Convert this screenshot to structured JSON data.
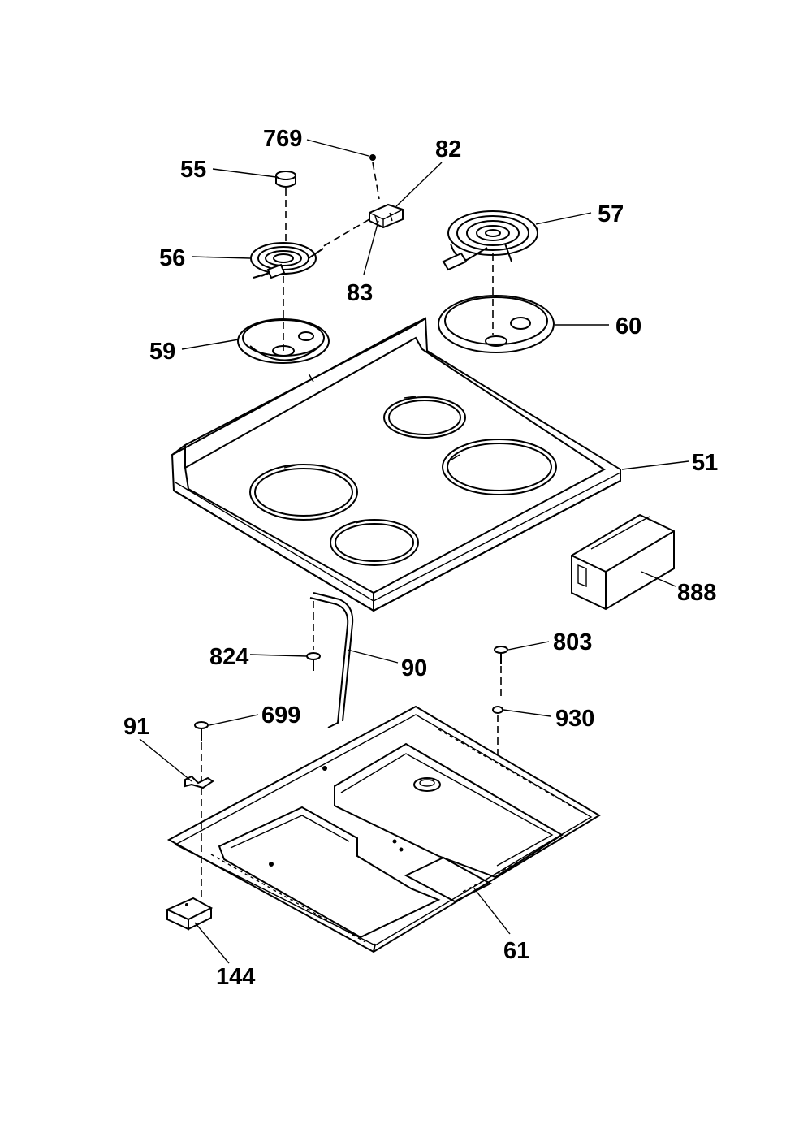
{
  "labels": {
    "p769": "769",
    "p82": "82",
    "p55": "55",
    "p57": "57",
    "p56": "56",
    "p83": "83",
    "p59": "59",
    "p60": "60",
    "p51": "51",
    "p888": "888",
    "p824": "824",
    "p90": "90",
    "p803": "803",
    "p699": "699",
    "p91": "91",
    "p930": "930",
    "p61": "61",
    "p144": "144"
  }
}
